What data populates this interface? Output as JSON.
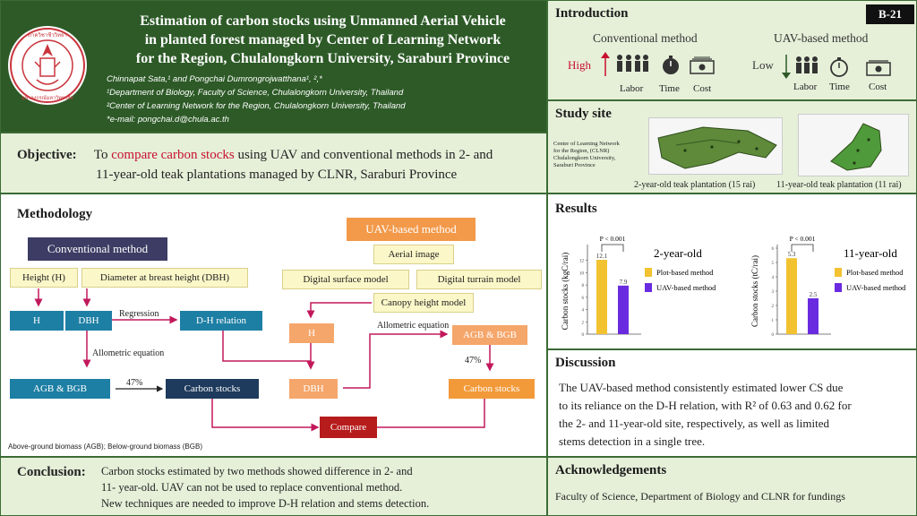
{
  "header": {
    "title_line1": "Estimation of carbon stocks using Unmanned Aerial Vehicle",
    "title_line2": "in planted forest managed by Center of Learning Network",
    "title_line3": "for the Region, Chulalongkorn University, Saraburi Province",
    "authors": "Chinnapat Sata,¹ and Pongchai Dumrongrojwatthana¹, ²,*",
    "affil1": "¹Department of Biology, Faculty of Science, Chulalongkorn University, Thailand",
    "affil2": "²Center of Learning Network for the Region, Chulalongkorn University, Thailand",
    "email": "*e-mail: pongchai.d@chula.ac.th"
  },
  "badge": "B-21",
  "objective": {
    "label": "Objective",
    "colon": ":",
    "text_pre": "To ",
    "text_highlight": "compare carbon stocks",
    "text_post": " using UAV and conventional methods in  2- and",
    "line2": "11-year-old teak plantations managed by CLNR, Saraburi Province"
  },
  "introduction": {
    "title": "Introduction",
    "conventional": "Conventional method",
    "uav": "UAV-based method",
    "high": "High",
    "low": "Low",
    "labor": "Labor",
    "time": "Time",
    "cost": "Cost"
  },
  "study_site": {
    "title": "Study site",
    "caption_small": [
      "Center of Learning Network",
      "for the Region, (CLNR)",
      "Chulalongkorn University,",
      "Saraburi Province"
    ],
    "site1": "2-year-old teak plantation (15 rai)",
    "site2": "11-year-old teak plantation (11 rai)"
  },
  "methodology": {
    "title": "Methodology",
    "conventional": "Conventional method",
    "uav": "UAV-based method",
    "height": "Height (H)",
    "dbh_full": "Diameter at breast height (DBH)",
    "h": "H",
    "dbh": "DBH",
    "regression": "Regression",
    "dh_relation": "D-H relation",
    "allometric": "Allometric equation",
    "agb_bgb": "AGB & BGB",
    "pct": "47%",
    "carbon_stocks": "Carbon stocks",
    "aerial": "Aerial image",
    "dsm": "Digital surface model",
    "dtm": "Digital turrain model",
    "chm": "Canopy height model",
    "compare": "Compare",
    "footnote": "Above-ground biomass (AGB); Below-ground biomass (BGB)"
  },
  "results": {
    "title": "Results",
    "legend_plot": "Plot-based method",
    "legend_uav": "UAV-based method",
    "colors": {
      "plot": "#f2c230",
      "uav": "#6a2be0"
    }
  },
  "chart_data": [
    {
      "type": "bar",
      "title": "2-year-old",
      "categories": [
        "Plot-based method",
        "UAV-based method"
      ],
      "values": [
        12.1,
        7.9
      ],
      "ylabel": "Carbon stocks (kgC/rai)",
      "ylim": [
        0,
        14
      ],
      "yticks": [
        0,
        2,
        4,
        6,
        8,
        10,
        12
      ],
      "annotation": "P < 0.001",
      "legend": "right"
    },
    {
      "type": "bar",
      "title": "11-year-old",
      "categories": [
        "Plot-based method",
        "UAV-based method"
      ],
      "values": [
        5.3,
        2.5
      ],
      "ylabel": "Carbon stocks (tC/rai)",
      "ylim": [
        0,
        6
      ],
      "yticks": [
        0,
        1,
        2,
        3,
        4,
        5,
        6
      ],
      "annotation": "P < 0.001",
      "legend": "right"
    }
  ],
  "discussion": {
    "title": "Discussion",
    "l1": "The UAV-based method consistently estimated lower CS due",
    "l2": "to its reliance on the D-H relation, with R² of 0.63 and 0.62 for",
    "l3": "the 2- and 11-year-old site, respectively, as well as limited",
    "l4": "stems detection in a single tree."
  },
  "conclusion": {
    "label": "Conclusion:",
    "l1": "Carbon stocks estimated by two methods showed difference in 2- and",
    "l2": "11- year-old. UAV can not be used to replace conventional method.",
    "l3": "New techniques are needed to improve D-H relation and stems detection."
  },
  "acknowledgements": {
    "title": "Acknowledgements",
    "text": "Faculty of Science, Department of Biology and CLNR for fundings"
  }
}
